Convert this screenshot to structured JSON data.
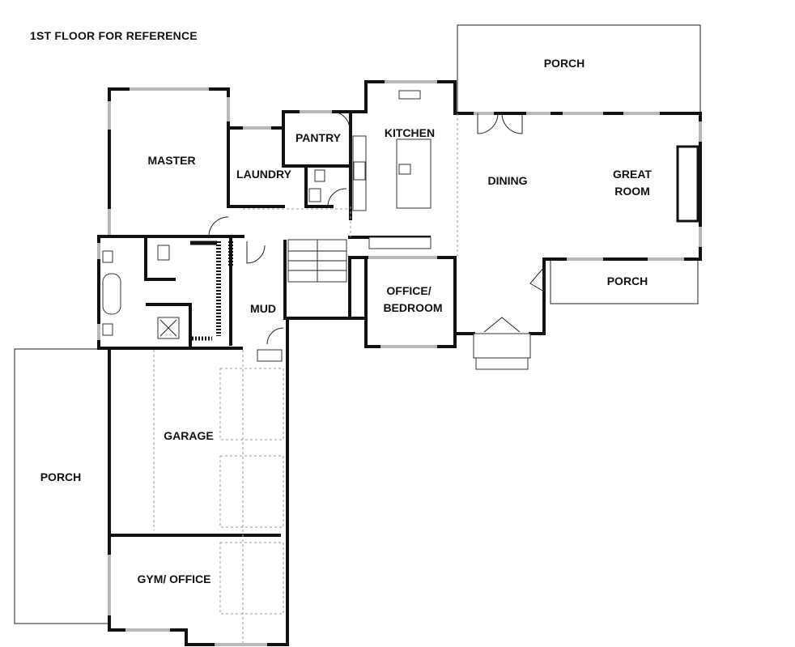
{
  "title": "1ST FLOOR FOR REFERENCE",
  "rooms": {
    "porch_top": "PORCH",
    "kitchen": "KITCHEN",
    "pantry": "PANTRY",
    "master": "MASTER",
    "laundry": "LAUNDRY",
    "dining": "DINING",
    "great_room_1": "GREAT",
    "great_room_2": "ROOM",
    "porch_right": "PORCH",
    "office_1": "OFFICE/",
    "office_2": "BEDROOM",
    "mud": "MUD",
    "garage": "GARAGE",
    "porch_left": "PORCH",
    "gym_office": "GYM/ OFFICE"
  }
}
